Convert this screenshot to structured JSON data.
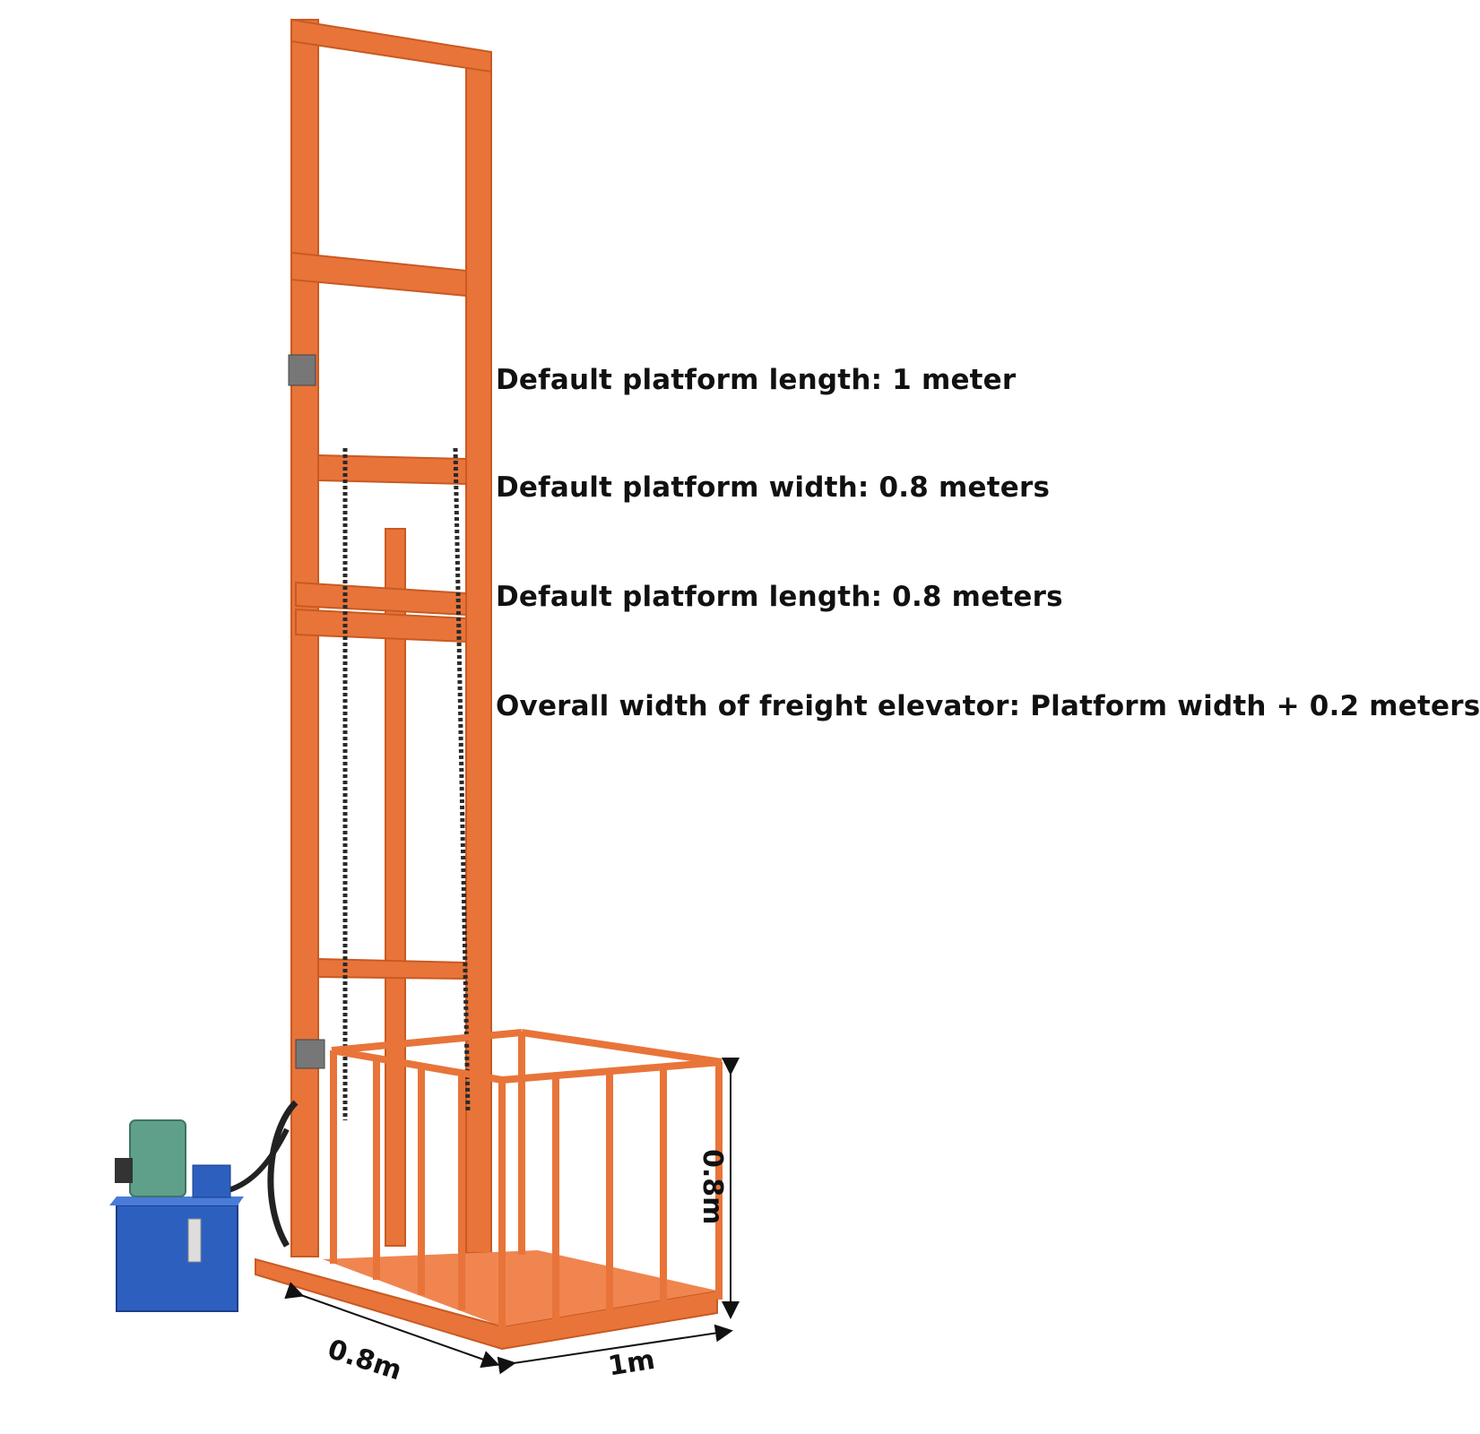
{
  "specs": [
    "Default platform length: 1 meter",
    "Default platform width: 0.8 meters",
    "Default platform length: 0.8 meters",
    "Overall width of freight elevator: Platform width + 0.2 meters"
  ],
  "dimensions": {
    "height": "0.8m",
    "depth": "0.8m",
    "length": "1m"
  },
  "colors": {
    "frame": "#e8743a",
    "frame_dark": "#c85a22",
    "pump_tank": "#2d5fbf",
    "motor": "#5fa08a"
  }
}
